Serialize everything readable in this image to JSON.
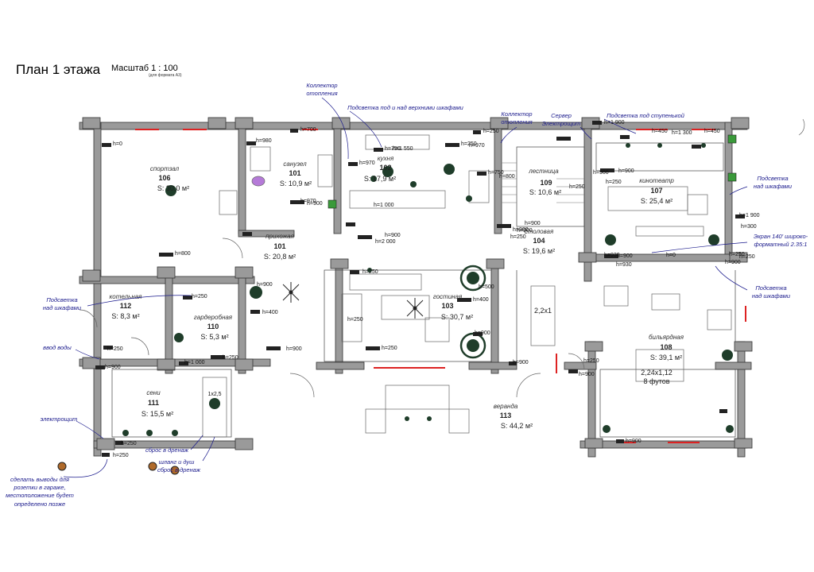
{
  "header": {
    "title": "План 1 этажа",
    "scale": "Масштаб 1 : 100",
    "scale_note": "(для формата А3)"
  },
  "rooms": [
    {
      "name": "спортзал",
      "number": "106",
      "area": "S: 30,0 м²"
    },
    {
      "name": "санузел",
      "number": "101",
      "area": "S: 10,9 м²"
    },
    {
      "name": "кухня",
      "number": "102",
      "area": "S: 17,9 м²"
    },
    {
      "name": "лестница",
      "number": "109",
      "area": "S: 10,6 м²"
    },
    {
      "name": "кинотеатр",
      "number": "107",
      "area": "S: 25,4 м²"
    },
    {
      "name": "прихожая",
      "number": "101",
      "area": "S: 20,8 м²"
    },
    {
      "name": "столовая",
      "number": "104",
      "area": "S: 19,6 м²"
    },
    {
      "name": "котельная",
      "number": "112",
      "area": "S: 8,3 м²"
    },
    {
      "name": "гардеробная",
      "number": "110",
      "area": "S: 5,3 м²"
    },
    {
      "name": "гостиная",
      "number": "103",
      "area": "S: 30,7 м²"
    },
    {
      "name": "бильярдная",
      "number": "108",
      "area": "S: 39,1 м²"
    },
    {
      "name": "сени",
      "number": "111",
      "area": "S: 15,5 м²"
    },
    {
      "name": "веранда",
      "number": "113",
      "area": "S: 44,2 м²"
    }
  ],
  "notes": {
    "collector1": [
      "Коллектор",
      "отопления"
    ],
    "underlight_cabinets": "Подсветка под и над верхними шкафами",
    "collector2": [
      "Коллектор",
      "отопления"
    ],
    "server": [
      "Сервер",
      "Электрощит"
    ],
    "underlight_step": "Подсветка под ступенькой",
    "cabinet_light_right1": [
      "Подсветка",
      "над шкафами"
    ],
    "screen": [
      "Экран 140' широко-",
      "форматный 2.35:1"
    ],
    "cabinet_light_right2": [
      "Подсветка",
      "над шкафами"
    ],
    "cabinet_light_left": [
      "Подсветка",
      "над шкафами"
    ],
    "water_input": "ввод воды",
    "electro_panel": "электрощит",
    "drain": "сброс в дренаж",
    "hose": [
      "шланг и душ",
      "сброс в дренаж"
    ],
    "garage": [
      "сделать выводы для",
      "розетки в гараже,",
      "местоположение будет",
      "определено позже"
    ]
  },
  "furniture_labels": {
    "table": "2,2x1",
    "billiard_size": "2,24x1,12",
    "billiard_type": "8 футов",
    "bench": "1x2,5"
  },
  "heights": [
    "h=0",
    "h=980",
    "h=700",
    "h=970",
    "h=750",
    "h=1 550",
    "h=250",
    "h=250",
    "h=970",
    "h=750",
    "h=800",
    "h=250",
    "h=1 900",
    "h=450",
    "h=1 300",
    "h=450",
    "h=900",
    "h=900",
    "h=250",
    "h=900",
    "h=900",
    "h=970",
    "h=900",
    "h=1 000",
    "h=900",
    "h=2 000",
    "h=800",
    "h=900",
    "h=250",
    "h=930",
    "h=930",
    "h=1 900",
    "h=300",
    "h=250",
    "h=250",
    "h=900",
    "h=0",
    "h=900",
    "h=900",
    "h=400",
    "h=250",
    "h=250",
    "h=500",
    "h=400",
    "h=250",
    "h=250",
    "h=900",
    "h=900",
    "h=250",
    "h=900",
    "h=900",
    "h=250",
    "h=250",
    "h=900",
    "h=1 000",
    "h=250",
    "h=250",
    "h=900"
  ]
}
